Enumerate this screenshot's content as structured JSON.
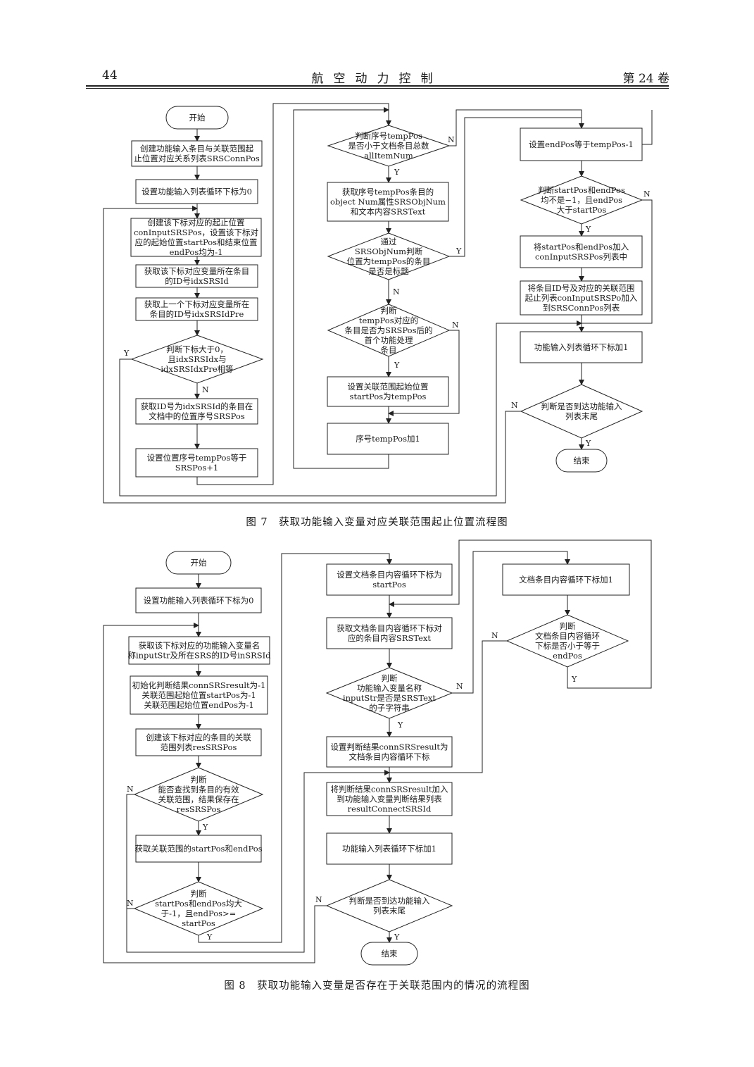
{
  "header": {
    "page_number": "44",
    "journal": "航空动力控制",
    "volume": "第 24 卷"
  },
  "figure7": {
    "caption": "图 7　获取功能输入变量对应关联范围起止位置流程图",
    "start": "开始",
    "end": "结束",
    "boxes": {
      "create_list": [
        "创建功能输入条目与关联范围起",
        "止位置对应关系列表SRSConnPos"
      ],
      "set_index_zero": [
        "设置功能输入列表循环下标为0"
      ],
      "create_pos": [
        "创建该下标对应的起止位置",
        "conInputSRSPos，设置该下标对",
        "应的起始位置startPos和结束位置",
        "endPos均为-1"
      ],
      "get_id": [
        "获取该下标对应变量所在条目",
        "的ID号idxSRSId"
      ],
      "get_prev_id": [
        "获取上一个下标对应变量所在",
        "条目的ID号idxSRSIdPre"
      ],
      "get_pos": [
        "获取ID号为idxSRSId的条目在",
        "文档中的位置序号SRSPos"
      ],
      "set_temppos": [
        "设置位置序号tempPos等于",
        "SRSPos+1"
      ],
      "get_objnum": [
        "获取序号tempPos条目的",
        "object Num属性SRSObjNum",
        "和文本内容SRSText"
      ],
      "set_startpos": [
        "设置关联范围起始位置",
        "startPos为tempPos"
      ],
      "inc_temppos": [
        "序号tempPos加1"
      ],
      "set_endpos": [
        "设置endPos等于tempPos-1"
      ],
      "add_pos": [
        "将startPos和endPos加入",
        "conInputSRSPos列表中"
      ],
      "add_conn": [
        "将条目ID号及对应的关联范围",
        "起止列表conInputSRSPo加入",
        "到SRSConnPos列表"
      ],
      "inc_index": [
        "功能输入列表循环下标加1"
      ]
    },
    "decisions": {
      "idx_gt_zero": [
        "判断下标大于0，",
        "且idxSRSIdx与",
        "idxSRSIdxPre相等"
      ],
      "temppos_lt_all": [
        "判断序号tempPos",
        "是否小于文档条目总数",
        "allItemNum"
      ],
      "is_title": [
        "通过",
        "SRSObjNum判断",
        "位置为tempPos的条目",
        "是否是标题"
      ],
      "is_first_after": [
        "判断",
        "tempPos对应的",
        "条目是否为SRSPos后的",
        "首个功能处理",
        "条目"
      ],
      "start_end_valid": [
        "判断startPos和endPos",
        "均不是−1，且endPos",
        "大于startPos"
      ],
      "end_of_list": [
        "判断是否到达功能输入",
        "列表末尾"
      ]
    },
    "labels": {
      "yes": "Y",
      "no": "N"
    }
  },
  "figure8": {
    "caption": "图 8　获取功能输入变量是否存在于关联范围内的情况的流程图",
    "start": "开始",
    "end": "结束",
    "boxes": {
      "set_index_zero": [
        "设置功能输入列表循环下标为0"
      ],
      "get_input_str": [
        "获取该下标对应的功能输入变量名",
        "称inputStr及所在SRS的ID号inSRSId"
      ],
      "init_result": [
        "初始化判断结果connSRSresult为-1",
        "关联范围起始位置startPos为-1",
        "关联范围起始位置endPos为-1"
      ],
      "create_res": [
        "创建该下标对应的条目的关联",
        "范围列表resSRSPos"
      ],
      "get_start_end": [
        "获取关联范围的startPos和endPos"
      ],
      "set_doc_index": [
        "设置文档条目内容循环下标为",
        "startPos"
      ],
      "get_text": [
        "获取文档条目内容循环下标对",
        "应的条目内容SRSText"
      ],
      "set_result": [
        "设置判断结果connSRSresult为",
        "文档条目内容循环下标"
      ],
      "add_result": [
        "将判断结果connSRSresult加入",
        "到功能输入变量判断结果列表",
        "resultConnectSRSId"
      ],
      "inc_index": [
        "功能输入列表循环下标加1"
      ],
      "inc_doc_index": [
        "文档条目内容循环下标加1"
      ]
    },
    "decisions": {
      "find_range": [
        "判断",
        "能否查找到条目的有效",
        "关联范围，结果保存在",
        "resSRSPos"
      ],
      "start_end_gt": [
        "判断",
        "startPos和endPos均大",
        "于-1，且endPos>=",
        "startPos"
      ],
      "is_substring": [
        "判断",
        "功能输入变量名称",
        "inputStr是否是SRSText",
        "的子字符串"
      ],
      "doc_index_le": [
        "判断",
        "文档条目内容循环",
        "下标是否小于等于",
        "endPos"
      ],
      "end_of_list": [
        "判断是否到达功能输入",
        "列表末尾"
      ]
    },
    "labels": {
      "yes": "Y",
      "no": "N"
    }
  }
}
